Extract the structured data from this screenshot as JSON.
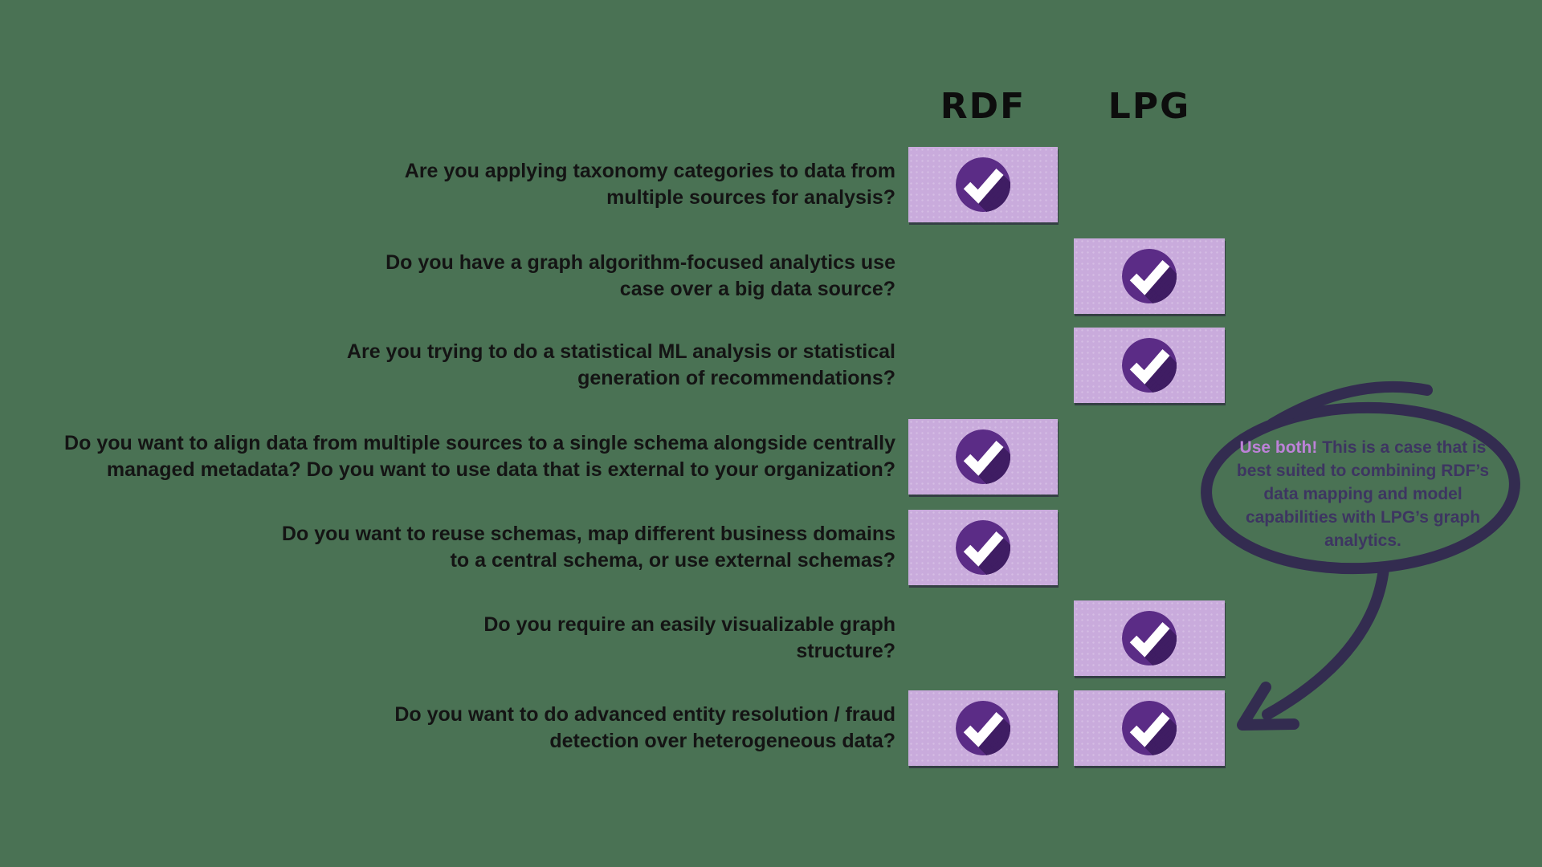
{
  "colors": {
    "bg": "#4a7254",
    "cell": "#c9abdc",
    "circle": "#5b2c86",
    "circleShadow": "#3f1d63",
    "check": "#ffffff",
    "annotation": "#332c50",
    "bubbleText": "#3d3561",
    "highlight": "#bd82d8",
    "question": "#141414",
    "header": "#0d0d0d"
  },
  "header": {
    "col1": "RDF",
    "col2": "LPG"
  },
  "rows": [
    {
      "question": "Are you applying taxonomy categories to data from\nmultiple sources for analysis?",
      "rdf": true,
      "lpg": false
    },
    {
      "question": "Do you have a graph algorithm-focused analytics use\ncase over a big data source?",
      "rdf": false,
      "lpg": true
    },
    {
      "question": "Are you trying to do a statistical ML analysis or statistical\ngeneration of recommendations?",
      "rdf": false,
      "lpg": true
    },
    {
      "question": "Do you want to align data from multiple sources to a single schema alongside centrally\nmanaged metadata? Do you want to use data that is external to your organization?",
      "rdf": true,
      "lpg": false
    },
    {
      "question": "Do you want to reuse schemas, map different business domains\nto a central schema, or use external schemas?",
      "rdf": true,
      "lpg": false
    },
    {
      "question": "Do you require an easily visualizable graph\nstructure?",
      "rdf": false,
      "lpg": true
    },
    {
      "question": "Do you want to do advanced entity resolution / fraud\ndetection over heterogeneous data?",
      "rdf": true,
      "lpg": true
    }
  ],
  "annotation": {
    "highlight": "Use both!",
    "text": "This is a case that is best suited to combining RDF’s data mapping and model capabilities with LPG’s graph analytics."
  },
  "icons": {
    "check": "checkmark-icon"
  }
}
